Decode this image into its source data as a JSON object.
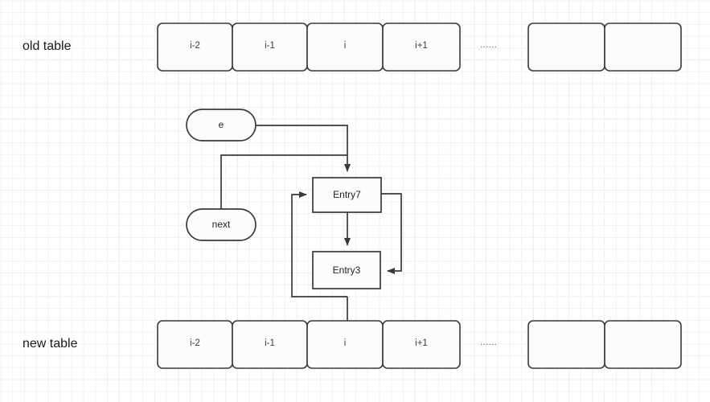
{
  "diagram": {
    "title": "HashMap resize entry transfer diagram",
    "background": {
      "color": "#ffffff",
      "grid_minor_color": "#eef0f2",
      "grid_major_color": "#e3e6ea"
    },
    "stroke_color": "#3a3a3a",
    "node_fill": "#fcfcfc",
    "text_color": "#1d1d1d"
  },
  "old_table": {
    "label": "old table",
    "cells": [
      {
        "label": "i-2"
      },
      {
        "label": "i-1"
      },
      {
        "label": "i"
      },
      {
        "label": "i+1"
      }
    ],
    "ellipsis": "......",
    "tail_cells": [
      {
        "label": ""
      },
      {
        "label": ""
      }
    ]
  },
  "new_table": {
    "label": "new table",
    "cells": [
      {
        "label": "i-2"
      },
      {
        "label": "i-1"
      },
      {
        "label": "i"
      },
      {
        "label": "i+1"
      }
    ],
    "ellipsis": "......",
    "tail_cells": [
      {
        "label": ""
      },
      {
        "label": ""
      }
    ]
  },
  "nodes": {
    "e": {
      "label": "e",
      "shape": "rounded-pill"
    },
    "next": {
      "label": "next",
      "shape": "rounded-pill"
    },
    "entry7": {
      "label": "Entry7",
      "shape": "rectangle"
    },
    "entry3": {
      "label": "Entry3",
      "shape": "rectangle"
    }
  },
  "connectors": [
    {
      "name": "e-to-entry7",
      "from": "e",
      "to": "entry7",
      "arrow": true
    },
    {
      "name": "next-to-entry7",
      "from": "next",
      "to": "entry7",
      "arrow": true
    },
    {
      "name": "entry7-to-entry3",
      "from": "entry7",
      "to": "entry3",
      "arrow": true
    },
    {
      "name": "entry7-right-to-entry3",
      "from": "entry7",
      "to": "entry3",
      "arrow": true
    },
    {
      "name": "entry3-left-back-to-entry7",
      "from": "entry3",
      "to": "entry7",
      "arrow": true
    },
    {
      "name": "entry-chain-to-new-table-i",
      "from": "entry3",
      "to": "new-table-cell-i",
      "arrow": false
    }
  ]
}
